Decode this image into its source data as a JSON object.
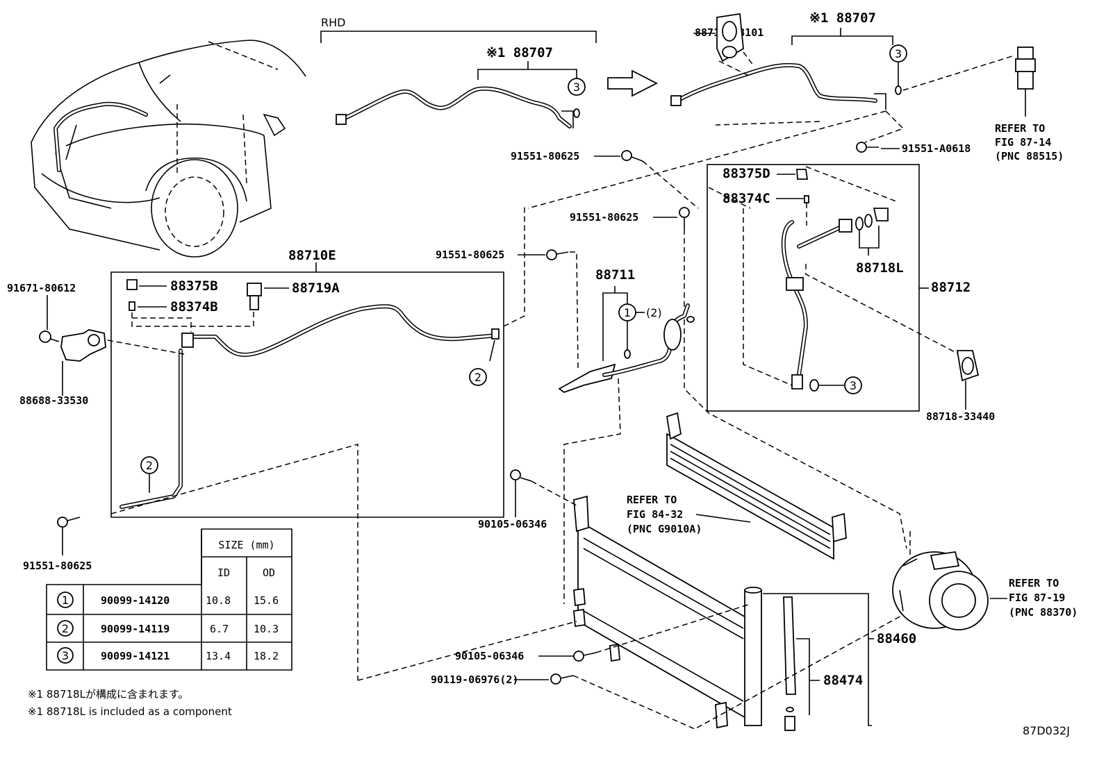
{
  "diagram_code": "87D032J",
  "rhd_label": "RHD",
  "parts": {
    "p88707_rhd": "※1 88707",
    "p88707": "※1 88707",
    "p88718_58101": "88718-58101",
    "p91551_a0618": "91551-A0618",
    "p91551_80625_a": "91551-80625",
    "p91551_80625_b": "91551-80625",
    "p91551_80625_c": "91551-80625",
    "p91551_80625_d": "91551-80625",
    "p88375d": "88375D",
    "p88374c": "88374C",
    "p88718l": "88718L",
    "p88712": "88712",
    "p88718_33440": "88718-33440",
    "p88710e": "88710E",
    "p88375b": "88375B",
    "p88374b": "88374B",
    "p88719a": "88719A",
    "p91671_80612": "91671-80612",
    "p88688_33530": "88688-33530",
    "p88711": "88711",
    "p88711_qty": "(2)",
    "p90105_06346_a": "90105-06346",
    "p90105_06346_b": "90105-06346",
    "p90119_06976": "90119-06976(2)",
    "p88460": "88460",
    "p88474": "88474"
  },
  "refs": {
    "fig87_14": [
      "REFER TO",
      "FIG 87-14",
      "(PNC 88515)"
    ],
    "fig84_32": [
      "REFER TO",
      "FIG 84-32",
      "(PNC G9010A)"
    ],
    "fig87_19": [
      "REFER TO",
      "FIG 87-19",
      "(PNC 88370)"
    ]
  },
  "markers": {
    "one": "1",
    "two": "2",
    "three": "3"
  },
  "table": {
    "size_header": "SIZE (mm)",
    "col_id": "ID",
    "col_od": "OD",
    "rows": [
      {
        "mark": "1",
        "part": "90099-14120",
        "id": "10.8",
        "od": "15.6"
      },
      {
        "mark": "2",
        "part": "90099-14119",
        "id": "6.7",
        "od": "10.3"
      },
      {
        "mark": "3",
        "part": "90099-14121",
        "id": "13.4",
        "od": "18.2"
      }
    ]
  },
  "notes": [
    "※1 88718Lが構成に含まれます。",
    "※1 88718L is included as a component"
  ]
}
